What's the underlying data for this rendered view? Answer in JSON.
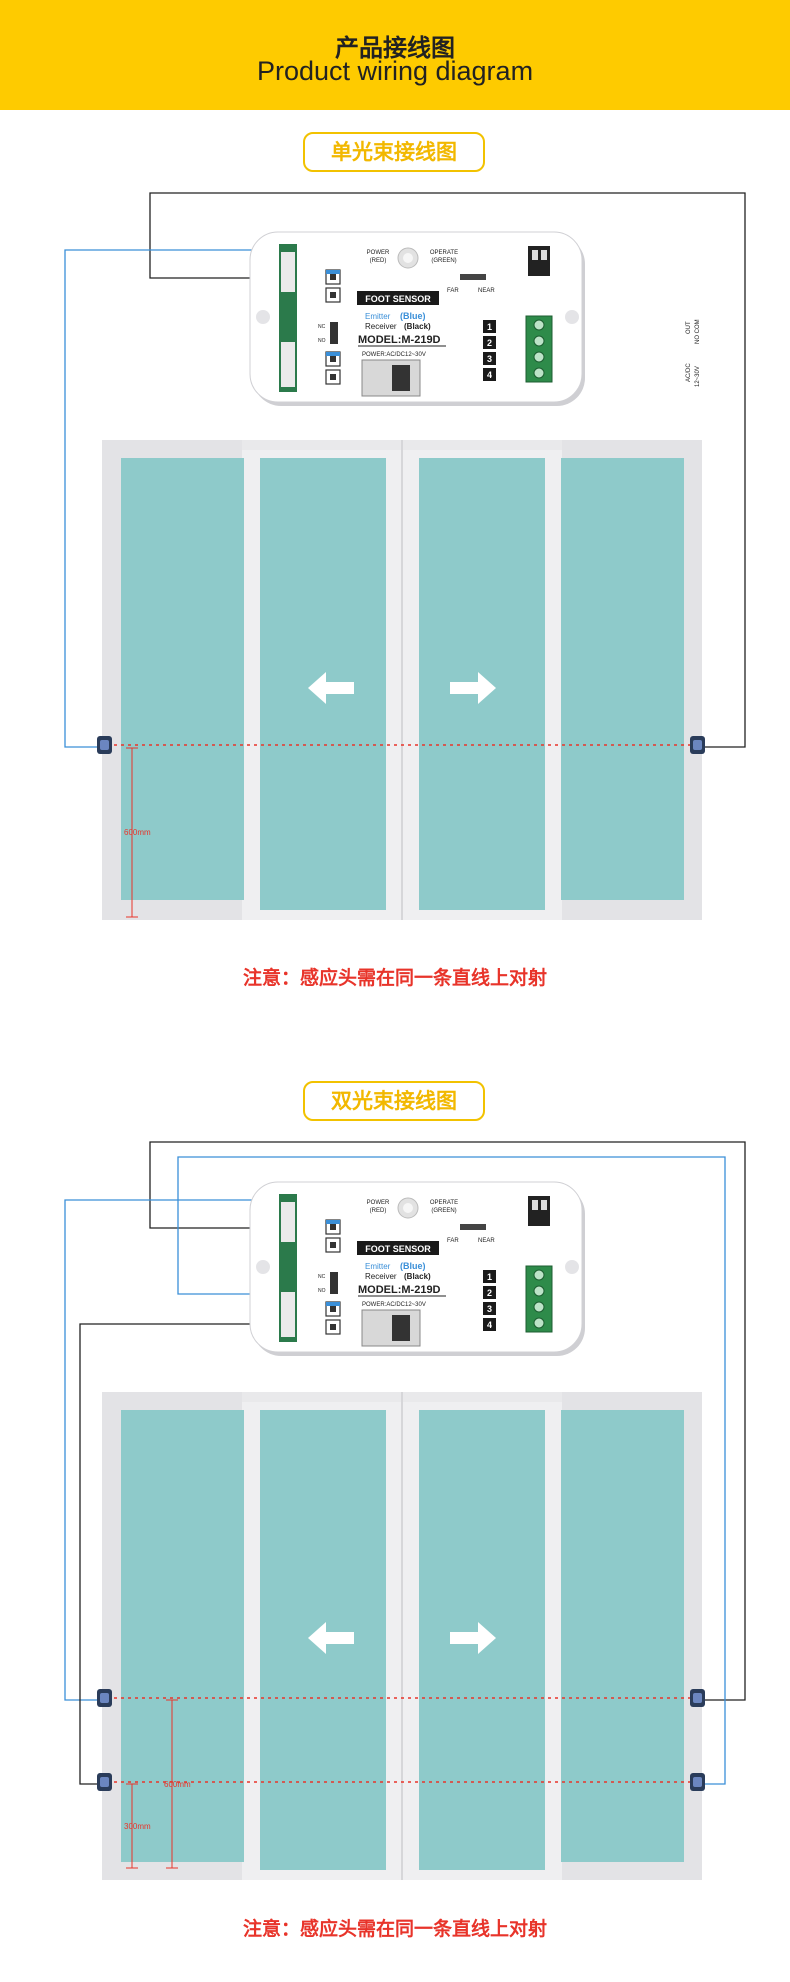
{
  "header": {
    "title_zh": "产品接线图",
    "title_en": "Product wiring diagram"
  },
  "section1": {
    "title": "单光束接线图",
    "note": "注意：感应头需在同一条直线上对射",
    "height_label": "600mm"
  },
  "section2": {
    "title": "双光束接线图",
    "note": "注意：感应头需在同一条直线上对射",
    "height_label_1": "600mm",
    "height_label_2": "300mm"
  },
  "controller": {
    "power_label": "POWER",
    "power_color_label": "(RED)",
    "operate_label": "OPERATE",
    "operate_color_label": "(GREEN)",
    "far_label": "FAR",
    "near_label": "NEAR",
    "brand_label": "FOOT SENSOR",
    "emitter_label": "Emitter",
    "emitter_color_label": "(Blue)",
    "receiver_label": "Receiver",
    "receiver_color_label": "(Black)",
    "model_label": "MODEL:M-219D",
    "power_spec_label": "POWER:AC/DC12~30V",
    "nc_label": "NC",
    "no_label": "NO",
    "out_label": "OUT",
    "out_terms_label": "NO COM",
    "supply_label": "AC/DC",
    "supply_range_label": "12~30V",
    "terminals": [
      "1",
      "2",
      "3",
      "4"
    ]
  },
  "colors": {
    "header_bg": "#fecb00",
    "title_accent": "#f2b800",
    "note_red": "#e8342a",
    "emitter_wire": "#3a8fd8",
    "receiver_wire": "#222222",
    "glass": "#8ecaca",
    "beam": "#e8342a"
  }
}
